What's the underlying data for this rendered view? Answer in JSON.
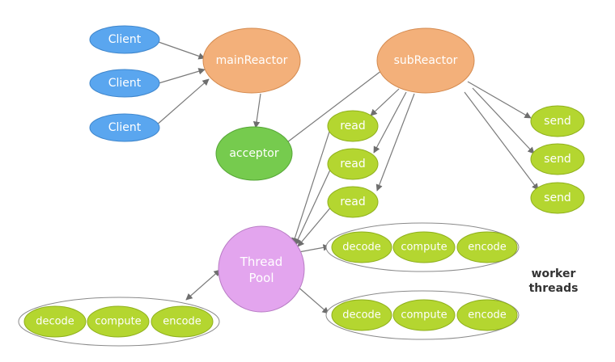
{
  "colors": {
    "client": "#5aa6ef",
    "client_stroke": "#3f86cc",
    "reactor": "#f3b07a",
    "reactor_stroke": "#d48a4f",
    "acceptor": "#76cb4e",
    "acceptor_stroke": "#55a636",
    "task": "#b4d630",
    "task_stroke": "#8fb01c",
    "pool": "#e3a5ee",
    "pool_stroke": "#b87cc4",
    "group_stroke": "#8a8a8a",
    "edge": "#7a7a7a"
  },
  "nodes": {
    "client1": "Client",
    "client2": "Client",
    "client3": "Client",
    "main_reactor": "mainReactor",
    "sub_reactor": "subReactor",
    "acceptor": "acceptor",
    "read1": "read",
    "read2": "read",
    "read3": "read",
    "send1": "send",
    "send2": "send",
    "send3": "send",
    "thread_pool_line1": "Thread",
    "thread_pool_line2": "Pool"
  },
  "worker_groups": [
    {
      "items": [
        "decode",
        "compute",
        "encode"
      ]
    },
    {
      "items": [
        "decode",
        "compute",
        "encode"
      ]
    },
    {
      "items": [
        "decode",
        "compute",
        "encode"
      ]
    }
  ],
  "labels": {
    "worker_threads_line1": "worker",
    "worker_threads_line2": "threads"
  }
}
